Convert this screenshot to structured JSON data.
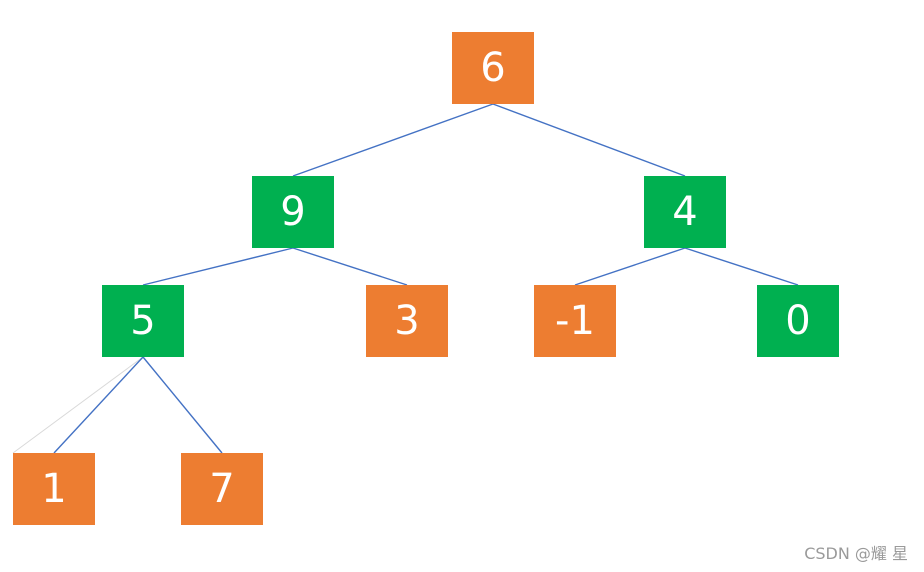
{
  "tree": {
    "nodes": [
      {
        "id": "root",
        "label": "6",
        "color": "#ED7D31"
      },
      {
        "id": "n9",
        "label": "9",
        "color": "#00B050"
      },
      {
        "id": "n4",
        "label": "4",
        "color": "#00B050"
      },
      {
        "id": "n5",
        "label": "5",
        "color": "#00B050"
      },
      {
        "id": "n3",
        "label": "3",
        "color": "#ED7D31"
      },
      {
        "id": "nm1",
        "label": "-1",
        "color": "#ED7D31"
      },
      {
        "id": "n0",
        "label": "0",
        "color": "#00B050"
      },
      {
        "id": "n1",
        "label": "1",
        "color": "#ED7D31"
      },
      {
        "id": "n7",
        "label": "7",
        "color": "#ED7D31"
      }
    ],
    "edges": [
      [
        "root",
        "n9"
      ],
      [
        "root",
        "n4"
      ],
      [
        "n9",
        "n5"
      ],
      [
        "n9",
        "n3"
      ],
      [
        "n4",
        "nm1"
      ],
      [
        "n4",
        "n0"
      ],
      [
        "n5",
        "n1"
      ],
      [
        "n5",
        "n7"
      ]
    ],
    "edge_color": "#4472C4"
  },
  "watermark": "CSDN @耀 星"
}
